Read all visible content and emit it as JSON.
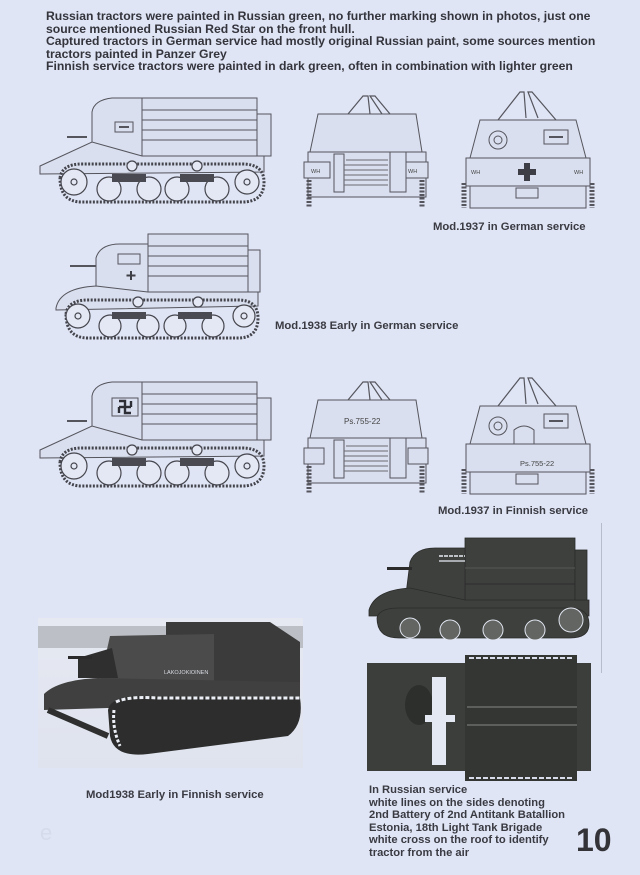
{
  "intro": {
    "paragraphs": [
      "Russian tractors were painted in Russian green, no further marking shown in photos, just one source mentioned Russian Red Star on the front hull.",
      "Captured tractors in German service had mostly original Russian paint, some sources mention tractors painted in Panzer Grey",
      "Finnish service tractors were painted in dark green, often in combination with lighter green"
    ]
  },
  "figures": {
    "mod1937_german": {
      "caption": "Mod.1937 in German service",
      "rear_marking": "WH",
      "front_marking": "WH",
      "emblem": "balkenkreuz-cross"
    },
    "mod1938_early_german": {
      "caption": "Mod.1938 Early in German service",
      "emblem": "balkenkreuz-cross"
    },
    "mod1937_finnish": {
      "caption": "Mod.1937 in Finnish service",
      "registration": "Ps.755-22",
      "emblem": "hakaristi"
    },
    "mod1938_early_finnish_photo": {
      "caption": "Mod1938 Early in Finnish service",
      "hull_text": "LAKOJOKIOINEN"
    },
    "russian_service": {
      "notes": [
        "In Russian service",
        "white lines on the sides denoting",
        "2nd Battery of 2nd Antitank Batallion",
        "Estonia, 18th Light Tank Brigade",
        "white cross on the roof to identify",
        "tractor from the air"
      ]
    }
  },
  "page": {
    "number": "10"
  },
  "colors": {
    "paper": "#dfe5f5",
    "line_art": "#5a5a62",
    "hull_fill": "#d6dcec",
    "dark_green_photo": "#3c3e3c",
    "text": "#34343c"
  }
}
